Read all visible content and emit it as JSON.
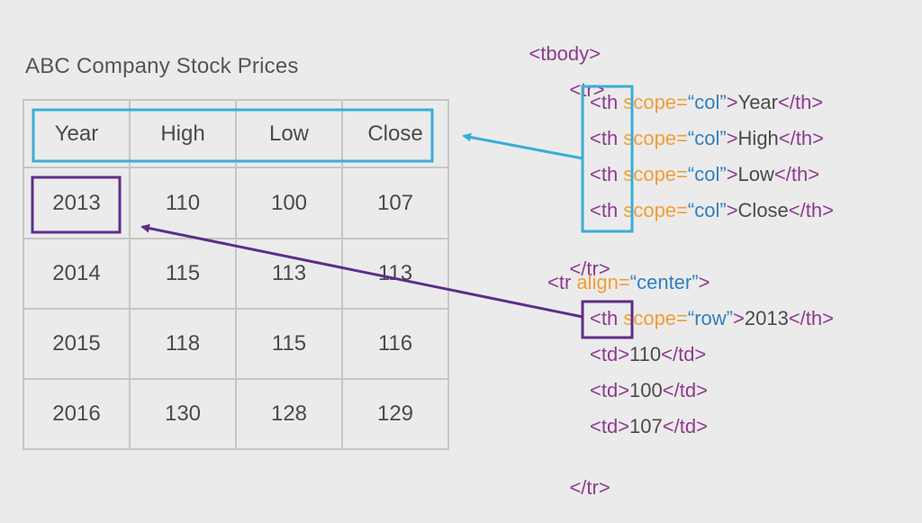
{
  "table": {
    "title": "ABC Company Stock Prices",
    "headers": [
      "Year",
      "High",
      "Low",
      "Close"
    ],
    "rows": [
      [
        "2013",
        "110",
        "100",
        "107"
      ],
      [
        "2014",
        "115",
        "113",
        "113"
      ],
      [
        "2015",
        "118",
        "115",
        "116"
      ],
      [
        "2016",
        "130",
        "128",
        "129"
      ]
    ]
  },
  "code": {
    "tbody_open": "<tbody>",
    "tr_open": "<tr>",
    "th_open": "<th",
    "scope_attr": "scope",
    "eq": "=",
    "col_value": "“col”",
    "row_value": "“row”",
    "gt": ">",
    "th_close": "</th>",
    "header_cells": [
      "Year",
      "High",
      "Low",
      "Close"
    ],
    "tr_close": "</tr>",
    "tr_align_open": "<tr",
    "align_attr": "align",
    "center_value": "“center”",
    "row_header_text": "2013",
    "td_open": "<td>",
    "td_close": "</td>",
    "data_cells": [
      "110",
      "100",
      "107"
    ]
  },
  "colors": {
    "header_highlight": "#3aaed8",
    "row_highlight": "#5e2d8a",
    "tag": "#8e3a8e",
    "attribute": "#f29d38",
    "value": "#2f7fbf"
  }
}
